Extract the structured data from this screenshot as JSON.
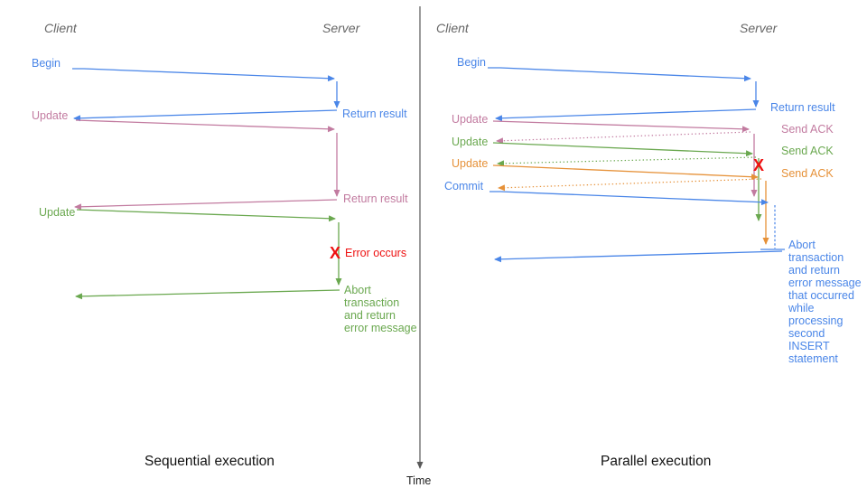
{
  "palette": {
    "blue": "#4a86e8",
    "pink": "#c27ba0",
    "green": "#6aa84f",
    "orange": "#e69138",
    "red": "#ee1111",
    "header_gray": "#666666",
    "axis_gray": "#595959",
    "title_black": "#111111"
  },
  "time_axis": {
    "label": "Time"
  },
  "left_panel": {
    "title": "Sequential execution",
    "client_header": "Client",
    "server_header": "Server",
    "labels": {
      "begin": "Begin",
      "update1": "Update",
      "return_result1": "Return result",
      "update2": "Update",
      "return_result2": "Return result",
      "error_marker": "X",
      "error_text": "Error occurs",
      "abort": "Abort\ntransaction\nand return\nerror message"
    }
  },
  "right_panel": {
    "title": "Parallel execution",
    "client_header": "Client",
    "server_header": "Server",
    "labels": {
      "begin": "Begin",
      "return_result": "Return result",
      "update1": "Update",
      "send_ack1": "Send ACK",
      "update2": "Update",
      "send_ack2": "Send ACK",
      "update3": "Update",
      "send_ack3": "Send ACK",
      "commit": "Commit",
      "error_marker": "X",
      "abort": "Abort\ntransaction\nand return\nerror message\nthat occurred\nwhile\nprocessing\nsecond\nINSERT\nstatement"
    }
  }
}
